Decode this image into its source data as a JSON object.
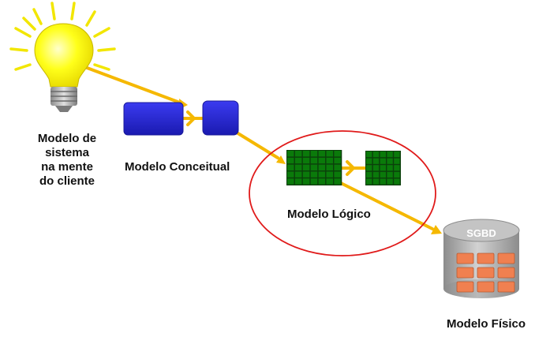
{
  "labels": {
    "client_model": [
      "Modelo de",
      "sistema",
      "na mente",
      "do cliente"
    ],
    "conceptual": "Modelo Conceitual",
    "logical": "Modelo Lógico",
    "physical": "Modelo Físico",
    "sgbd": "SGBD"
  },
  "colors": {
    "arrow": "#f5b800",
    "bulb": "#ffff1a",
    "rays": "#f2e600",
    "conceptual_box": "#2b2bd9",
    "logical_grid": "#0a7a0a",
    "ellipse": "#e01a1a",
    "db_body": "#b0b0b0",
    "db_cell": "#f08050"
  }
}
